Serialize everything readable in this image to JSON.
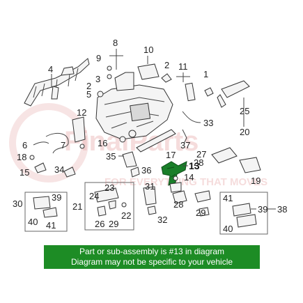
{
  "watermark": {
    "brand_text": "FinalParts",
    "tagline": "FOR EVERYTHING THAT MOVES"
  },
  "callouts": {
    "n1": "1",
    "n2": "2",
    "n3": "3",
    "n4": "4",
    "n5": "5",
    "n6": "6",
    "n7": "7",
    "n8": "8",
    "n9": "9",
    "n10": "10",
    "n11": "11",
    "n12": "12",
    "n13": "13",
    "n14": "14",
    "n15": "15",
    "n16": "16",
    "n17": "17",
    "n18": "18",
    "n19": "19",
    "n20": "20",
    "n21": "21",
    "n22": "22",
    "n23": "23",
    "n24": "24",
    "n25": "25",
    "n26": "26",
    "n27": "27",
    "n28": "28",
    "n29": "29",
    "n30": "30",
    "n31": "31",
    "n32": "32",
    "n33": "33",
    "n34": "34",
    "n35": "35",
    "n36": "36",
    "n37": "37",
    "n38": "38",
    "n39a": "39",
    "n39b": "39",
    "n40a": "40",
    "n40b": "40",
    "n41a": "41",
    "n41b": "41"
  },
  "highlighted_part": "13",
  "highlight_color": "#1a7f2a",
  "banner": {
    "line1": "Part or sub-assembly is #13 in diagram",
    "line2": "Diagram may not be specific to your vehicle",
    "color": "#1d8c25"
  }
}
